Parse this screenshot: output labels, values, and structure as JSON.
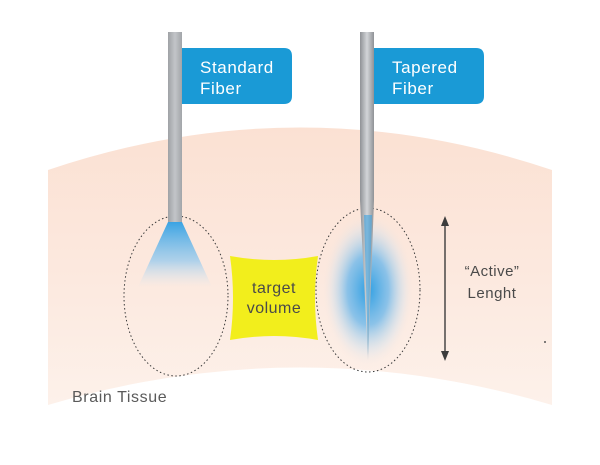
{
  "labels": {
    "standard_fiber": [
      "Standard",
      "Fiber"
    ],
    "tapered_fiber": [
      "Tapered",
      "Fiber"
    ],
    "target_volume": [
      "target",
      "volume"
    ],
    "active_length": [
      "“Active”",
      "Lenght"
    ],
    "brain_tissue": "Brain Tissue"
  },
  "colors": {
    "tissue_fill": "#fbe3d6",
    "tissue_edge": "#f3cfbd",
    "fiber_label_bg": "#1a9ad6",
    "fiber_label_text": "#ffffff",
    "fiber_gray": "#a9abae",
    "light_blue": "#2f9fe2",
    "target_fill": "#f2ee1c",
    "target_text": "#4a4a4a",
    "arrow": "#3c3c3c",
    "tissue_text": "#5a5a5a"
  }
}
